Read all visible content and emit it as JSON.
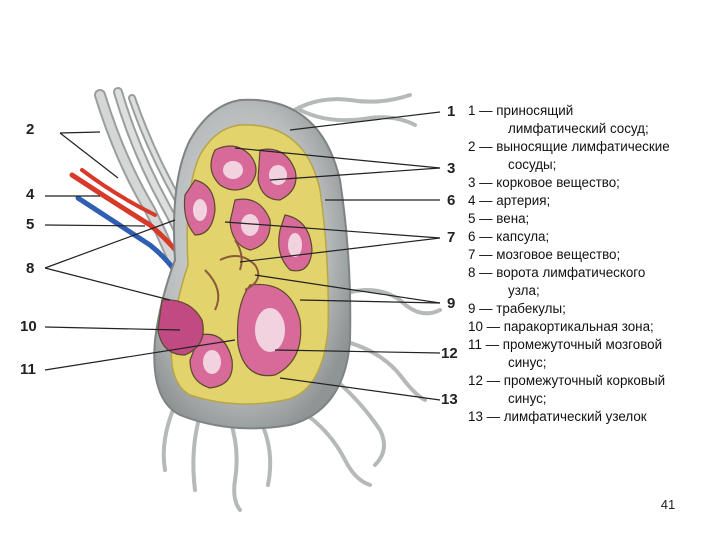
{
  "callout_labels": {
    "left": [
      "2",
      "4",
      "5",
      "8",
      "10",
      "11"
    ],
    "right": [
      "1",
      "3",
      "6",
      "7",
      "9",
      "12",
      "13"
    ]
  },
  "legend": [
    {
      "line1": "1 — приносящий",
      "line2": "лимфатический сосуд;"
    },
    {
      "line1": "2 — выносящие лимфатические",
      "line2": "сосуды;"
    },
    {
      "line1": "3 — корковое вещество;",
      "line2": ""
    },
    {
      "line1": "4 — артерия;",
      "line2": ""
    },
    {
      "line1": "5 — вена;",
      "line2": ""
    },
    {
      "line1": "6 — капсула;",
      "line2": ""
    },
    {
      "line1": "7 — мозговое вещество;",
      "line2": ""
    },
    {
      "line1": "8 — ворота лимфатического",
      "line2": "узла;"
    },
    {
      "line1": "9 — трабекулы;",
      "line2": ""
    },
    {
      "line1": "10 — паракортикальная зона;",
      "line2": ""
    },
    {
      "line1": "11 — промежуточный мозговой",
      "line2": "синус;"
    },
    {
      "line1": "12 — промежуточный корковый",
      "line2": "синус;"
    },
    {
      "line1": "13 — лимфатический узелок",
      "line2": ""
    }
  ],
  "page_number": "41",
  "colors": {
    "capsule": "#b8bcbc",
    "cortex": "#e3d36c",
    "nodule": "#d86a9a",
    "nodule_center": "#f3d2e0",
    "artery": "#d83a2a",
    "vein": "#2f5fb0",
    "vessel": "#c9cccb"
  }
}
